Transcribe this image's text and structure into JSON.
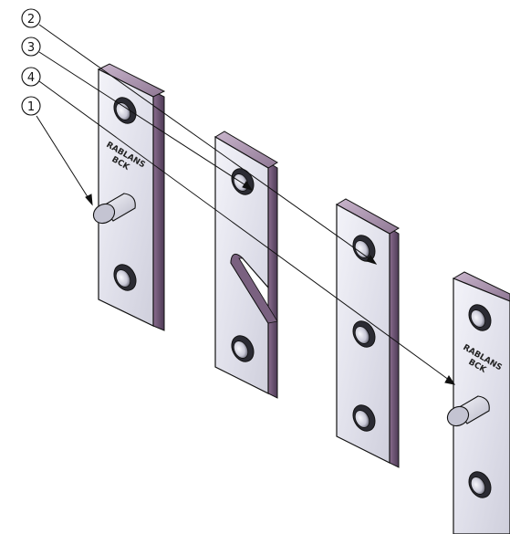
{
  "callouts": [
    {
      "id": "1",
      "text": "1"
    },
    {
      "id": "2",
      "text": "2"
    },
    {
      "id": "3",
      "text": "3"
    },
    {
      "id": "4",
      "text": "4"
    }
  ],
  "engraving": {
    "line1": "RABLANS",
    "line2": "BCK"
  },
  "colors": {
    "plate_face": "#e3e3ee",
    "plate_edge": "#6a5470",
    "plate_dark": "#3c2e44",
    "outline": "#111111",
    "leader": "#111111"
  }
}
